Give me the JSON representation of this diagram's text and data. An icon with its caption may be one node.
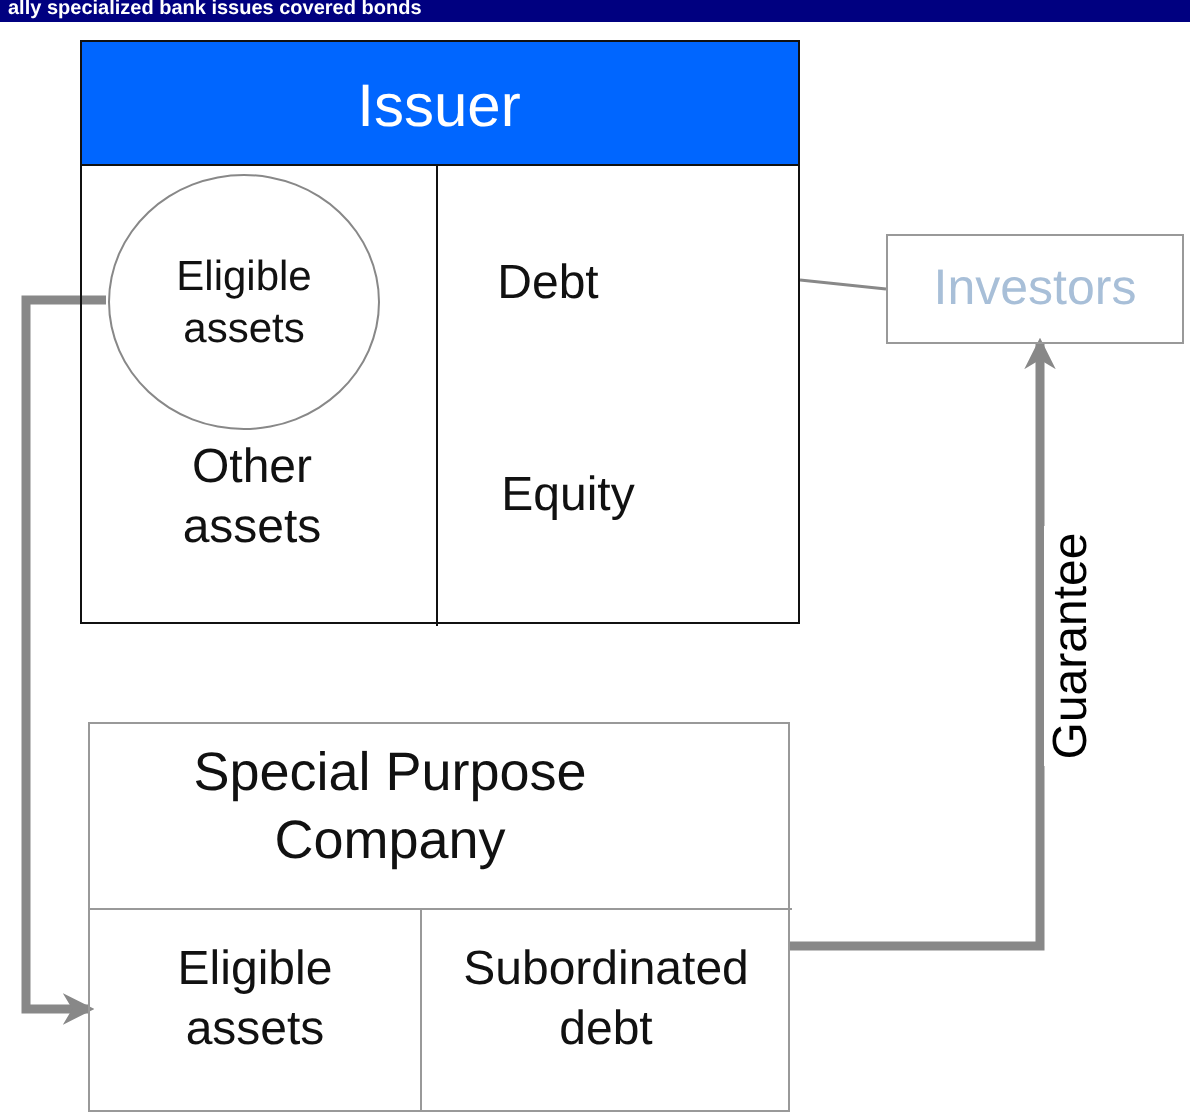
{
  "diagram": {
    "title": "ally specialized bank issues covered bonds",
    "nodes": [
      {
        "text": [
          "Issuer"
        ]
      },
      {
        "text": [
          "Other assets"
        ],
        "in": 0
      },
      {
        "text": [
          "Eligible assets"
        ],
        "in": 1
      },
      {
        "text": [
          "Debt",
          "Equity"
        ],
        "in": 0
      },
      {
        "text": [
          "Investors"
        ]
      },
      {
        "text": [
          "Special Purpose Company"
        ]
      },
      {
        "text": [
          "Eligible assets"
        ],
        "in": 5
      },
      {
        "text": [
          "Subordinated debt"
        ],
        "in": 5
      }
    ],
    "edges": [
      {
        "from": 2,
        "to": 6,
        "arrow": "to"
      },
      {
        "from": 3,
        "to": 4,
        "arrow": "none"
      },
      {
        "from": 7,
        "to": 4,
        "arrow": "to",
        "label": "Guarantee"
      }
    ]
  }
}
